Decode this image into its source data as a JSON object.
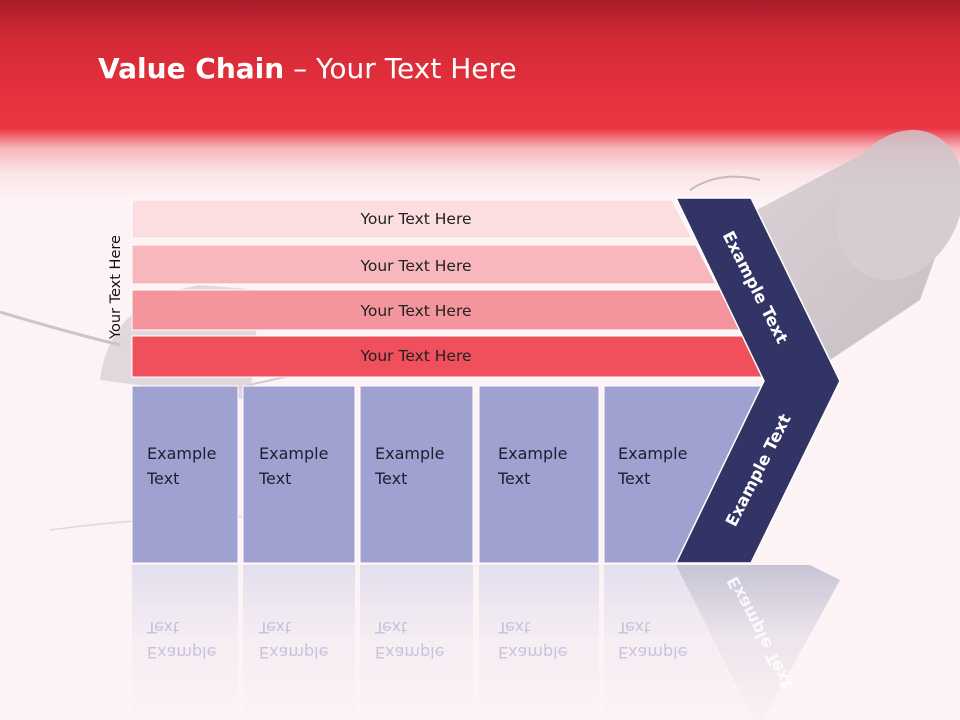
{
  "title": {
    "bold": "Value Chain",
    "rest": " – Your Text Here"
  },
  "side_label": "Your Text Here",
  "bands": [
    {
      "label": "Your Text Here",
      "color": "#fcdde0"
    },
    {
      "label": "Your Text Here",
      "color": "#f8b7bd"
    },
    {
      "label": "Your Text Here",
      "color": "#f4949c"
    },
    {
      "label": "Your Text Here",
      "color": "#ef505c"
    }
  ],
  "boxes": [
    {
      "line1": "Example",
      "line2": "Text"
    },
    {
      "line1": "Example",
      "line2": "Text"
    },
    {
      "line1": "Example",
      "line2": "Text"
    },
    {
      "line1": "Example",
      "line2": "Text"
    },
    {
      "line1": "Example",
      "line2": "Text"
    }
  ],
  "chevron": {
    "upper_label": "Example Text",
    "lower_label": "Example Text",
    "color": "#333466"
  },
  "colors": {
    "header": "#ea333f",
    "box_fill": "#9fa2d0",
    "background": "#fdf3f5"
  }
}
